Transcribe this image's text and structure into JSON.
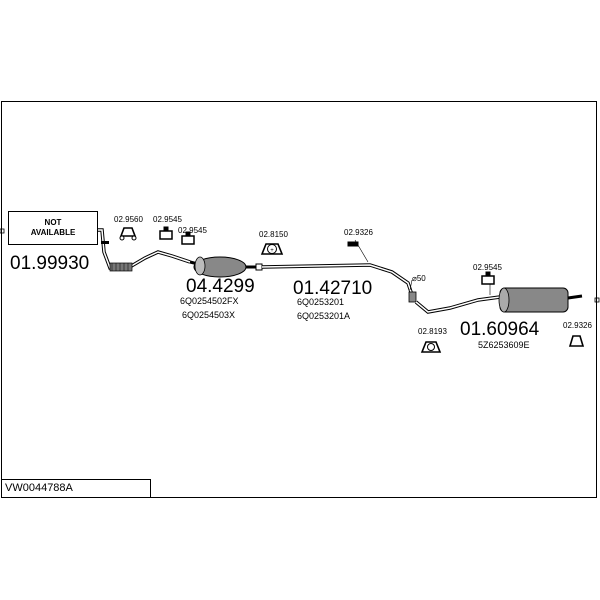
{
  "diagram": {
    "not_available_label": "NOT\nAVAILABLE",
    "assembly_id": "VW0044788A",
    "parts": [
      {
        "number": "01.99930"
      },
      {
        "number": "04.4299",
        "oem": [
          "6Q0254502FX",
          "6Q0254503X"
        ]
      },
      {
        "number": "01.42710",
        "oem": [
          "6Q0253201",
          "6Q0253201A"
        ]
      },
      {
        "number": "01.60964",
        "oem": [
          "5Z6253609E"
        ]
      }
    ],
    "accessories": [
      "02.9560",
      "02.9545",
      "02.9545",
      "02.8150",
      "02.9326",
      "02.9545",
      "02.8193",
      "02.9326"
    ],
    "diameter_label": "⌀50"
  }
}
